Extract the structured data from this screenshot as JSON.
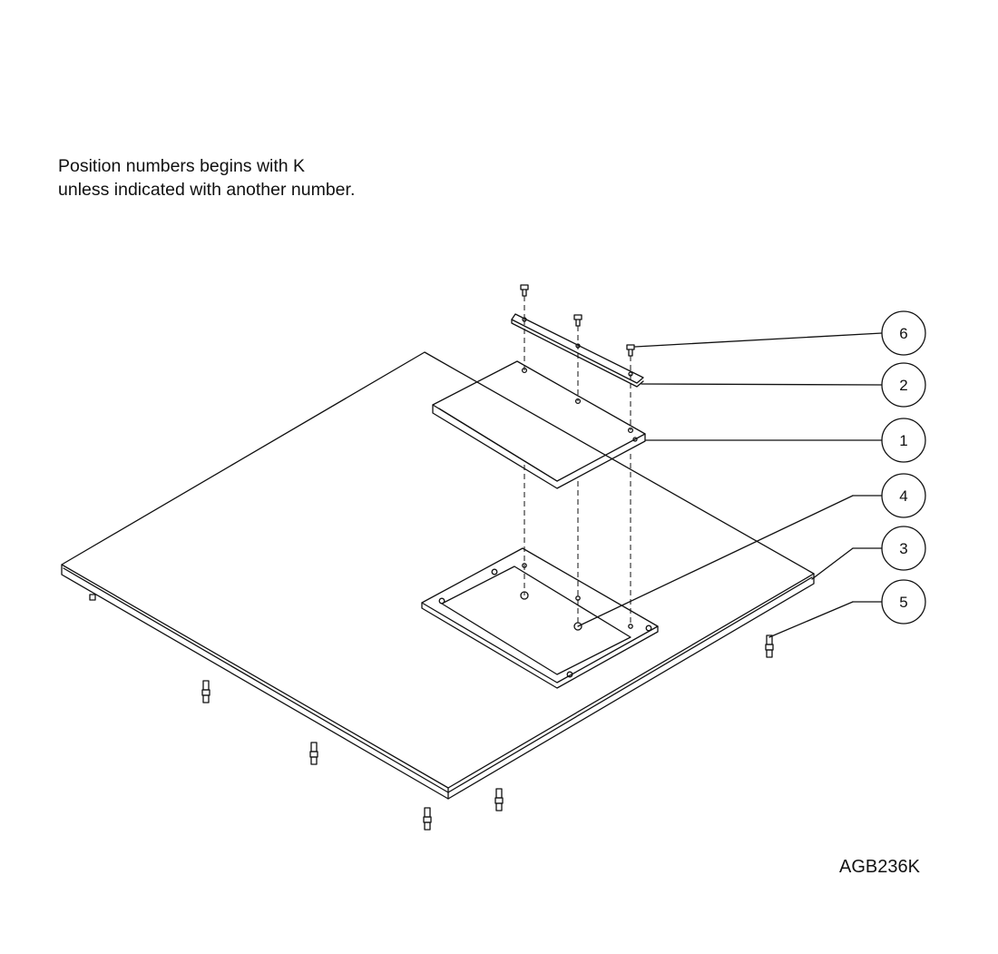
{
  "note": {
    "line1": "Position numbers begins with K",
    "line2": "unless indicated with another number."
  },
  "drawing_id": "AGB236K",
  "callouts": [
    "6",
    "2",
    "1",
    "4",
    "3",
    "5"
  ]
}
